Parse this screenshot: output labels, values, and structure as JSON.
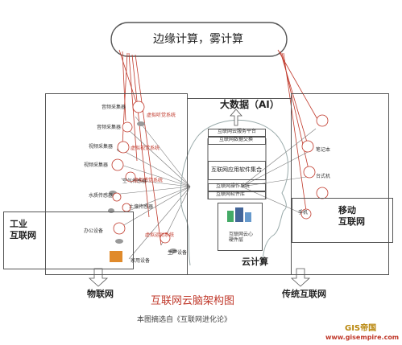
{
  "cloud_top": {
    "label": "边缘计算，雾计算"
  },
  "big_data": {
    "label": "大数据（AI）"
  },
  "center_stack": {
    "cloud_platform": "互联网云服务平台",
    "data_exchange": "互联网数据交换",
    "app_collection": "互联网应用软件集合",
    "os": "互联网操作系统",
    "app_store": "互联网软件库",
    "heart": "互联网云心\n硬件层",
    "cloud_computing": "云计算"
  },
  "left_panel": {
    "sensors": [
      {
        "label": "音频采集器"
      },
      {
        "label": "音频采集器"
      },
      {
        "label": "视频采集器"
      },
      {
        "label": "视频采集器"
      },
      {
        "label": "空气传感器"
      },
      {
        "label": "水质传感器"
      },
      {
        "label": "土壤传感器"
      },
      {
        "label": "办公设备"
      },
      {
        "label": "生产设备"
      },
      {
        "label": "家用设备"
      }
    ],
    "red_labels": [
      {
        "label": "虚拟听觉系统"
      },
      {
        "label": "虚拟视觉系统"
      },
      {
        "label": "虚拟感觉系统"
      },
      {
        "label": "虚拟运动系统"
      }
    ]
  },
  "industrial": {
    "label": "工业\n互联网"
  },
  "mobile": {
    "label": "移动\n互联网"
  },
  "right_devices": [
    {
      "label": "笔记本"
    },
    {
      "label": "台式机"
    },
    {
      "label": "手机"
    }
  ],
  "bottom": {
    "iot": "物联网",
    "traditional": "传统互联网",
    "title": "互联网云脑架构图",
    "source": "本图摘选自《互联网进化论》"
  },
  "watermark": {
    "brand": "GIS帝国",
    "url": "www.gisempire.com"
  },
  "colors": {
    "red": "#c0392b",
    "line": "#555555"
  }
}
